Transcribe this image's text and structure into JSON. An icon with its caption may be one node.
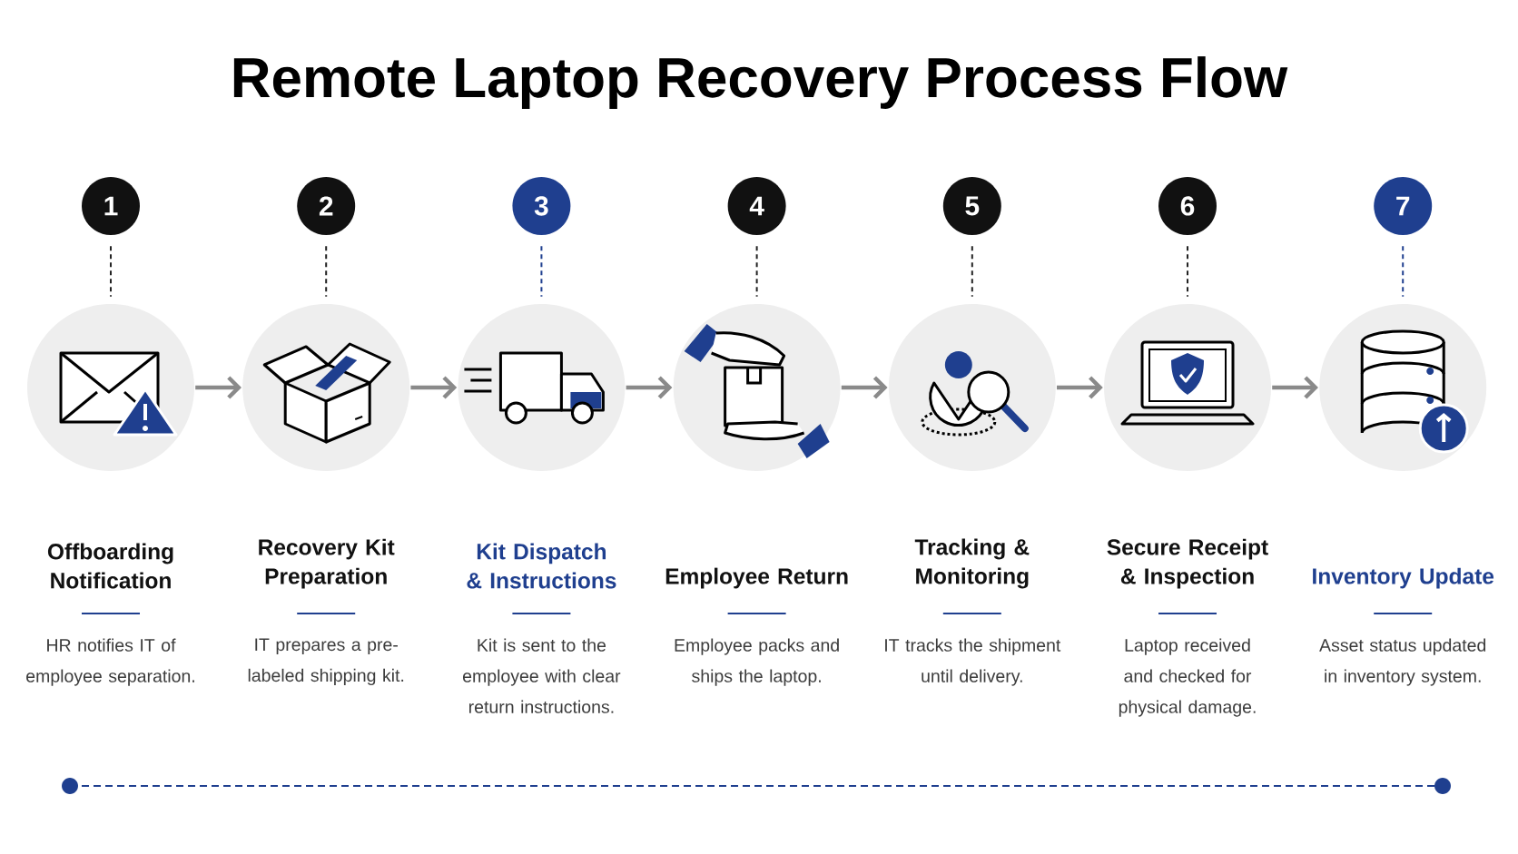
{
  "diagram": {
    "title": "Remote Laptop Recovery Process Flow",
    "nodes": [
      {
        "text": [
          "1"
        ]
      },
      {
        "text": [
          "2"
        ]
      },
      {
        "text": [
          "3"
        ]
      },
      {
        "text": [
          "4"
        ]
      },
      {
        "text": [
          "5"
        ]
      },
      {
        "text": [
          "6"
        ]
      },
      {
        "text": [
          "7"
        ]
      },
      {
        "text": [],
        "shape": "circle"
      },
      {
        "text": [],
        "shape": "circle"
      },
      {
        "text": [],
        "shape": "circle"
      },
      {
        "text": [],
        "shape": "circle"
      },
      {
        "text": [],
        "shape": "circle"
      },
      {
        "text": [],
        "shape": "circle"
      },
      {
        "text": [],
        "shape": "circle"
      }
    ],
    "edges": [
      {
        "from": 0,
        "to": 7,
        "arrow": "none",
        "style": "dashed",
        "color": "#222222"
      },
      {
        "from": 1,
        "to": 8,
        "arrow": "none",
        "style": "dashed",
        "color": "#222222"
      },
      {
        "from": 2,
        "to": 9,
        "arrow": "none",
        "style": "dashed",
        "color": "#1f3f8f"
      },
      {
        "from": 3,
        "to": 10,
        "arrow": "none",
        "style": "dashed",
        "color": "#222222"
      },
      {
        "from": 4,
        "to": 11,
        "arrow": "none",
        "style": "dashed",
        "color": "#222222"
      },
      {
        "from": 5,
        "to": 12,
        "arrow": "none",
        "style": "dashed",
        "color": "#222222"
      },
      {
        "from": 6,
        "to": 13,
        "arrow": "none",
        "style": "dashed",
        "color": "#1f3f8f"
      },
      {
        "from": 7,
        "to": 8,
        "arrow": "to",
        "color": "#8a8a8a"
      },
      {
        "from": 8,
        "to": 9,
        "arrow": "to",
        "color": "#8a8a8a"
      },
      {
        "from": 9,
        "to": 10,
        "arrow": "to",
        "color": "#8a8a8a"
      },
      {
        "from": 10,
        "to": 11,
        "arrow": "to",
        "color": "#8a8a8a"
      },
      {
        "from": 11,
        "to": 12,
        "arrow": "to",
        "color": "#8a8a8a"
      },
      {
        "from": 12,
        "to": 13,
        "arrow": "to",
        "color": "#8a8a8a"
      }
    ],
    "labels": [
      "Offboarding Notification",
      "Recovery Kit Preparation",
      "Kit Dispatch & Instructions",
      "Employee Return",
      "Tracking & Monitoring",
      "Secure Receipt & Inspection",
      "Inventory Update",
      "HR notifies IT of employee separation.",
      "IT prepares a pre-labeled shipping kit.",
      "Kit is sent to the employee with clear return instructions.",
      "Employee packs and ships the laptop.",
      "IT tracks the shipment until delivery.",
      "Laptop received and checked for physical damage.",
      "Asset status updated in inventory system."
    ]
  }
}
